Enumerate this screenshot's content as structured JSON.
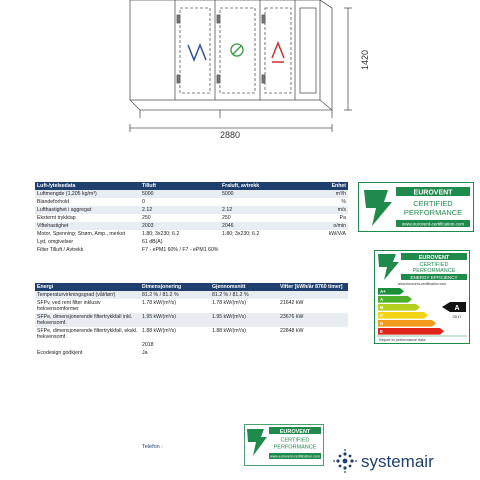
{
  "drawing": {
    "width_dim": "2880",
    "height_dim": "1420"
  },
  "table1": {
    "header": [
      "Luft-/ytelsedata",
      "Tilluft",
      "Fraluft, avtrekk",
      "Enhet"
    ],
    "rows": [
      [
        "Luftmengde (1,205 kg/m³)",
        "5000",
        "5000",
        "m³/h"
      ],
      [
        "Blandeforhold",
        "0",
        "",
        "%"
      ],
      [
        "Lufthastighet i aggregat",
        "2.12",
        "2.12",
        "m/s"
      ],
      [
        "Eksternt trykktap",
        "250",
        "250",
        "Pa"
      ],
      [
        "Viftehastighet",
        "2003",
        "2046",
        "o/min"
      ],
      [
        "Motor, Spenning; Strøm, Amp., merket",
        "1.80; 3x230; 6.2",
        "1.80; 3x230; 6.2",
        "kW/V/A"
      ],
      [
        "Lyd, omgivelser",
        "61 dB(A)",
        "",
        ""
      ],
      [
        "Filter Tilluft / Avtrekk",
        "F7 - ePM1 60% / F7 - ePM1 60%",
        "",
        ""
      ]
    ]
  },
  "table2": {
    "header": [
      "Energi",
      "Dimensjonering",
      "Gjennomsnitt",
      "Vifter [kWh/år 8760 timer]"
    ],
    "rows": [
      [
        "Temperaturvirkningsgrad (våt/tørr)",
        "81.2 % / 81.2 %",
        "81.2 % / 81.2 %",
        ""
      ],
      [
        "SFPv, ved rent filter inklusiv frekvensomformer",
        "1.78 kW/(m³/s)",
        "1.78 kW/(m³/s)",
        "21642 kW"
      ],
      [
        "SFPe, dimensjonerende filtertrykkfall inkl. frekvensomf.",
        "1.95 kW/(m³/s)",
        "1.95 kW/(m³/s)",
        "23676 kW"
      ],
      [
        "SFPe, dimensjonerende filtertrykkfall, ekskl. frekvensomf.",
        "1.88 kW/(m³/s)",
        "1.88 kW/(m³/s)",
        "22848 kW"
      ],
      [
        "",
        "2018",
        "",
        ""
      ],
      [
        "Ecodesign godkjent",
        "Ja",
        "",
        ""
      ]
    ]
  },
  "badge_top": {
    "brand": "EUROVENT",
    "line1": "CERTIFIED",
    "line2": "PERFORMANCE",
    "url": "www.eurovent-certification.com"
  },
  "badge_energy": {
    "brand": "EUROVENT",
    "line1": "CERTIFIED",
    "line2": "PERFORMANCE",
    "line3": "ENERGY EFFICIENCY",
    "url": "www.eurovent-certification.com",
    "grades": [
      "A+",
      "A",
      "B",
      "C",
      "D",
      "E"
    ],
    "grade_colors": [
      "#1a8f3a",
      "#4caf2a",
      "#b6cf1e",
      "#f4d314",
      "#f19a1b",
      "#e2231a"
    ],
    "rating": "A",
    "year": "2017",
    "footer": "Report to performance data"
  },
  "badge_bottom": {
    "brand": "EUROVENT",
    "line1": "CERTIFIED",
    "line2": "PERFORMANCE",
    "url": "www.eurovent-certification.com"
  },
  "footer": {
    "phone_label": "Telefon :",
    "brand": "systemair"
  },
  "colors": {
    "header": "#1f3f6e",
    "eurovent_green": "#1f8a4c",
    "brand_blue": "#1f3f6e"
  }
}
